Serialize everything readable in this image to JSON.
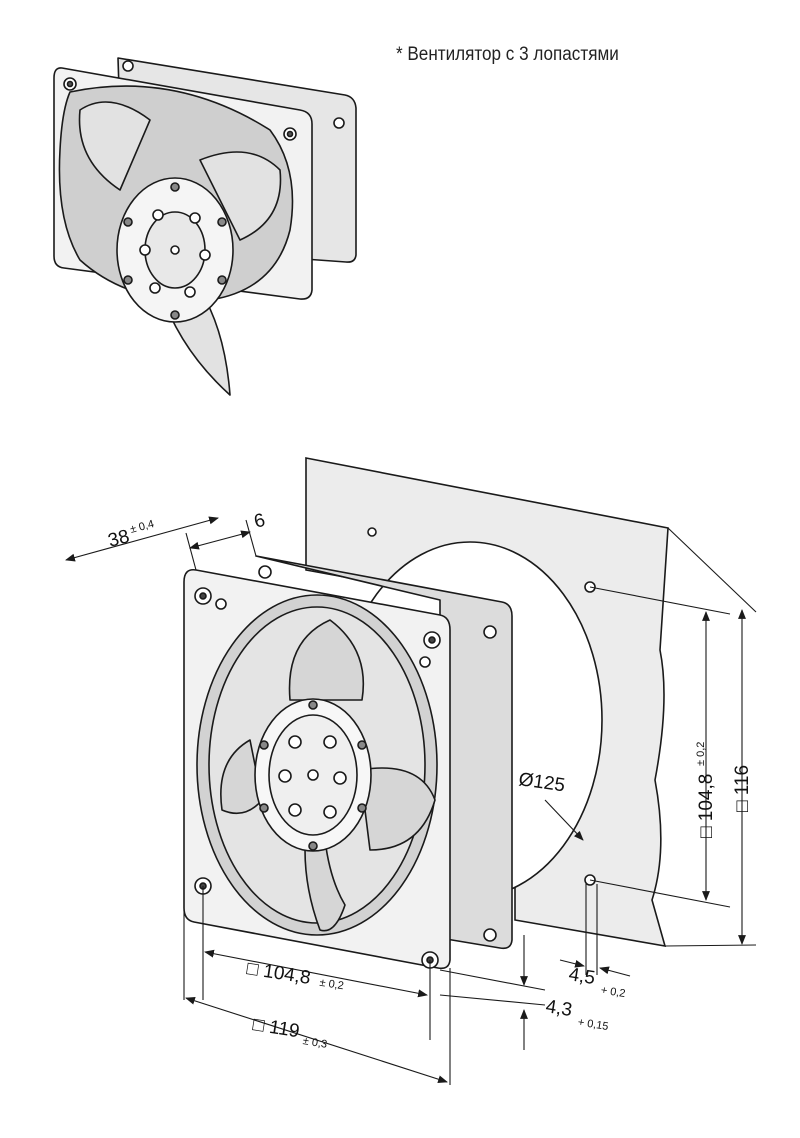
{
  "caption": "* Вентилятор с 3 лопастями",
  "dimensions": {
    "depth": {
      "value": "38",
      "tol": "± 0,4"
    },
    "flange": {
      "value": "6"
    },
    "diameter": {
      "value": "Ø125"
    },
    "hole_spacing_v": {
      "value": "□ 104,8",
      "tol": "± 0,2"
    },
    "frame_v": {
      "value": "□ 116"
    },
    "hole_spacing_h": {
      "value": "□ 104,8",
      "tol": "± 0,2"
    },
    "frame_h": {
      "value": "□ 119",
      "tol": "± 0,3"
    },
    "hole_dia_panel": {
      "value": "4,5",
      "tol": "+ 0,2"
    },
    "hole_dia_fan": {
      "value": "4,3",
      "tol": "+ 0,15"
    }
  },
  "colors": {
    "line": "#1a1a1a",
    "fill_light": "#f2f2f2",
    "fill_mid": "#d9d9d9",
    "fill_dark": "#bdbdbd",
    "panel": "#ececec"
  }
}
